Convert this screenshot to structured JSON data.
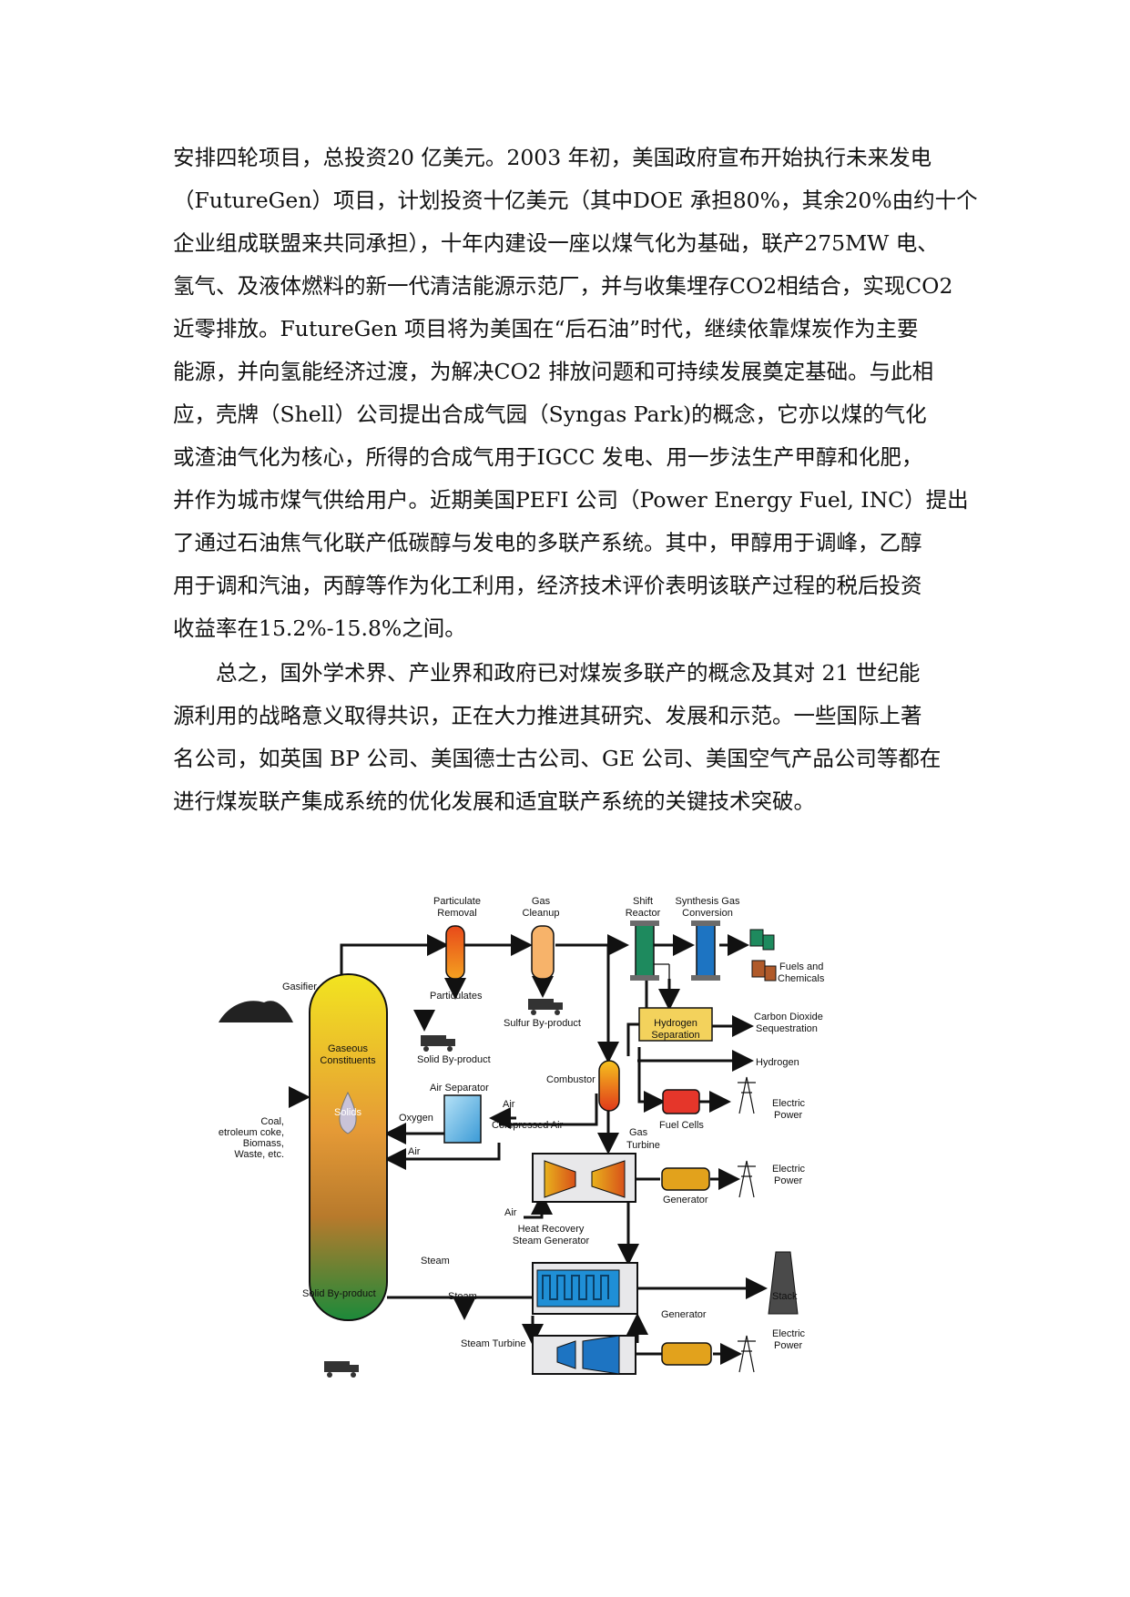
{
  "paragraphs": [
    {
      "indent": false,
      "lines": [
        "安排四轮项目，总投资20 亿美元。2003 年初，美国政府宣布开始执行未来发电",
        "（FutureGen）项目，计划投资十亿美元（其中DOE 承担80%，其余20%由约十个",
        "企业组成联盟来共同承担），十年内建设一座以煤气化为基础，联产275MW 电、",
        "氢气、及液体燃料的新一代清洁能源示范厂，并与收集埋存CO2相结合，实现CO2",
        "近零排放。FutureGen 项目将为美国在“后石油”时代，继续依靠煤炭作为主要",
        "能源，并向氢能经济过渡，为解决CO2 排放问题和可持续发展奠定基础。与此相",
        "应，壳牌（Shell）公司提出合成气园（Syngas Park)的概念，它亦以煤的气化",
        "或渣油气化为核心，所得的合成气用于IGCC 发电、用一步法生产甲醇和化肥，",
        "并作为城市煤气供给用户。近期美国PEFI 公司（Power Energy Fuel, INC）提出",
        "了通过石油焦气化联产低碳醇与发电的多联产系统。其中，甲醇用于调峰，乙醇",
        "用于调和汽油，丙醇等作为化工利用，经济技术评价表明该联产过程的税后投资",
        "收益率在15.2%-15.8%之间。"
      ]
    },
    {
      "indent": true,
      "lines": [
        "总之，国外学术界、产业界和政府已对煤炭多联产的概念及其对 21 世纪能",
        "源利用的战略意义取得共识，正在大力推进其研究、发展和示范。一些国际上著",
        "名公司，如英国 BP 公司、美国德士古公司、GE 公司、美国空气产品公司等都在",
        "进行煤炭联产集成系统的优化发展和适宜联产系统的关键技术突破。"
      ]
    }
  ],
  "diagram": {
    "labels": {
      "particulate_removal_1": "Particulate",
      "particulate_removal_2": "Removal",
      "gas_cleanup_1": "Gas",
      "gas_cleanup_2": "Cleanup",
      "shift_reactor_1": "Shift",
      "shift_reactor_2": "Reactor",
      "synthesis_1": "Synthesis Gas",
      "synthesis_2": "Conversion",
      "fuels_1": "Fuels and",
      "fuels_2": "Chemicals",
      "gasifier": "Gasifier",
      "particulates": "Particulates",
      "sulfur": "Sulfur By-product",
      "solid_byproduct_top": "Solid By-product",
      "hydrogen_sep_1": "Hydrogen",
      "hydrogen_sep_2": "Separation",
      "carbon_1": "Carbon Dioxide",
      "carbon_2": "Sequestration",
      "hydrogen": "Hydrogen",
      "gaseous_1": "Gaseous",
      "gaseous_2": "Constituents",
      "combustor": "Combustor",
      "air_separator": "Air Separator",
      "air_in": "Air",
      "oxygen": "Oxygen",
      "compressed_air": "Compressed Air",
      "air_return": "Air",
      "fuel_cells": "Fuel Cells",
      "power_1a": "Electric",
      "power_1b": "Power",
      "coal_1": "Coal,",
      "coal_2": "Petroleum coke,",
      "coal_3": "Biomass,",
      "coal_4": "Waste, etc.",
      "solids": "Solids",
      "gas_turbine_1": "Gas",
      "gas_turbine_2": "Turbine",
      "power_2a": "Electric",
      "power_2b": "Power",
      "generator_1": "Generator",
      "air_turbine": "Air",
      "hrsg_1": "Heat Recovery",
      "hrsg_2": "Steam Generator",
      "steam_1": "Steam",
      "steam_2": "Steam",
      "solid_byproduct_bottom": "Solid By-product",
      "stack": "Stack",
      "generator_2": "Generator",
      "steam_turbine": "Steam Turbine",
      "power_3a": "Electric",
      "power_3b": "Power"
    },
    "colors": {
      "particulate_top": "#e84a1a",
      "particulate_bottom": "#f4a020",
      "cleanup": "#f7b36a",
      "shift": "#1e8a5e",
      "synthesis": "#1d74c2",
      "hydrogen_box": "#f3d25c",
      "air_sep": "#5fb6e6",
      "fuel_cell": "#e5362a",
      "gasifier_top": "#f2e420",
      "gasifier_mid": "#e59a36",
      "gasifier_bottom": "#1c8a3a",
      "hrsg": "#1f8fd6",
      "generator": "#e2a21c"
    }
  }
}
